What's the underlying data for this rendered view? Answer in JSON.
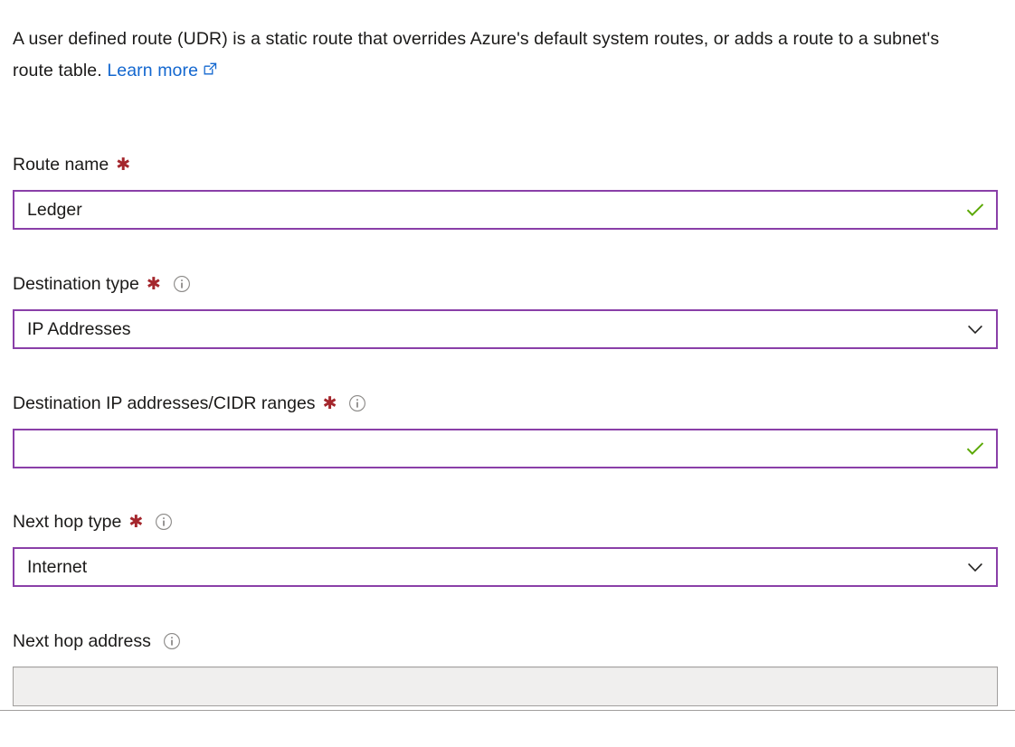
{
  "intro": {
    "text_part1": "A user defined route (UDR) is a static route that overrides Azure's default system routes, or adds a route to a subnet's route table.",
    "link_label": "Learn more",
    "link_icon": "external-link-icon"
  },
  "colors": {
    "field_border_focus": "#8a3fa8",
    "required_asterisk": "#a4262c",
    "link": "#1367cf",
    "valid_check": "#5aa800",
    "disabled_background": "#f0efee",
    "disabled_border": "#a19f9d",
    "text": "#1b1a19"
  },
  "fields": [
    {
      "id": "route-name",
      "label": "Route name",
      "required": true,
      "has_info": false,
      "control": "text",
      "value": "Ledger",
      "placeholder": "",
      "adornment": "valid-check-icon",
      "disabled": false
    },
    {
      "id": "destination-type",
      "label": "Destination type",
      "required": true,
      "has_info": true,
      "control": "dropdown",
      "value": "IP Addresses",
      "placeholder": "",
      "adornment": "chevron-down-icon",
      "disabled": false,
      "options": [
        "IP Addresses"
      ]
    },
    {
      "id": "destination-ips",
      "label": "Destination IP addresses/CIDR ranges",
      "required": true,
      "has_info": true,
      "control": "text",
      "value": "",
      "placeholder": "",
      "adornment": "valid-check-icon",
      "disabled": false
    },
    {
      "id": "next-hop-type",
      "label": "Next hop type",
      "required": true,
      "has_info": true,
      "control": "dropdown",
      "value": "Internet",
      "placeholder": "",
      "adornment": "chevron-down-icon",
      "disabled": false,
      "options": [
        "Internet"
      ]
    },
    {
      "id": "next-hop-address",
      "label": "Next hop address",
      "required": false,
      "has_info": true,
      "control": "text",
      "value": "",
      "placeholder": "",
      "adornment": "none",
      "disabled": true
    }
  ],
  "icons": {
    "info": "info-icon",
    "check": "valid-check-icon",
    "chevron": "chevron-down-icon"
  }
}
